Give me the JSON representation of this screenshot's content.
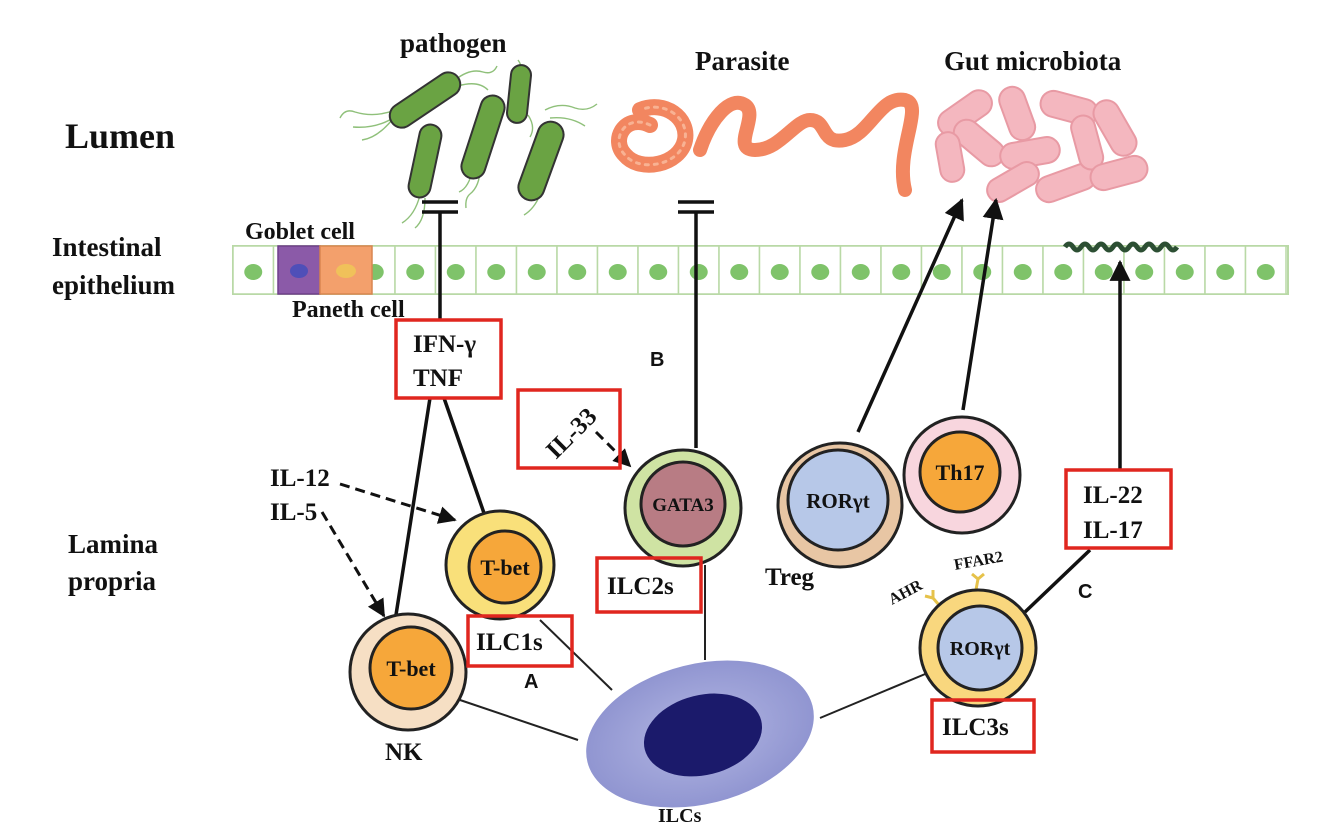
{
  "layers": {
    "lumen": "Lumen",
    "epithelium_line1": "Intestinal",
    "epithelium_line2": "epithelium",
    "lamina_line1": "Lamina",
    "lamina_line2": "propria"
  },
  "lumen_labels": {
    "pathogen": "pathogen",
    "parasite": "Parasite",
    "microbiota": "Gut microbiota"
  },
  "epithelium_labels": {
    "goblet": "Goblet cell",
    "paneth": "Paneth cell"
  },
  "cytokines": {
    "ifn": "IFN-γ",
    "tnf": "TNF",
    "il33": "IL-33",
    "il12": "IL-12",
    "il5": "IL-5",
    "il22": "IL-22",
    "il17": "IL-17"
  },
  "cells": {
    "tbet": "T-bet",
    "gata3": "GATA3",
    "roryt": "RORγt",
    "th17": "Th17",
    "nk": "NK",
    "treg": "Treg",
    "ilc1s": "ILC1s",
    "ilc2s": "ILC2s",
    "ilc3s": "ILC3s",
    "ilcs": "ILCs",
    "ahr": "AHR",
    "ffar2": "FFAR2"
  },
  "panel_letters": {
    "a": "A",
    "b": "B",
    "c": "C"
  },
  "colors": {
    "highlight_box": "#e0261f",
    "epithelium_nucleus": "#7fc36a",
    "pathogen_green": "#6aa343",
    "parasite_orange": "#f28660",
    "microbiota_pink": "#f4b7bf",
    "tbet_orange": "#f6a73a",
    "gata3_mauve": "#b87c84",
    "roryt_blue": "#b7c8e8",
    "ilcs_blue": "#9ba0d4"
  }
}
